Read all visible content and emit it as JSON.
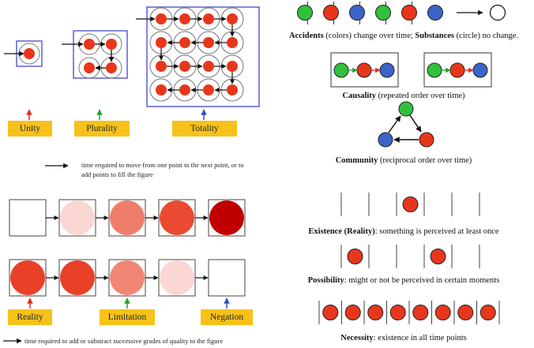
{
  "left": {
    "categories": {
      "unity": "Unity",
      "plurality": "Plurality",
      "totality": "Totality"
    },
    "time_note_1": "time required to move from one point to the next point, or to add points to fill the figure",
    "quality": {
      "reality": "Reality",
      "limitation": "Limitation",
      "negation": "Negation"
    },
    "time_note_2": "time required to add or substract successive grades of quality to the figure"
  },
  "right": {
    "accidents": {
      "bold1": "Accidents",
      "mid": " (colors) change over time; ",
      "bold2": "Substances",
      "rest": " (circle) no change."
    },
    "causality": {
      "bold": "Causality",
      "rest": " (repeated order over time)"
    },
    "community": {
      "bold": "Community",
      "rest": " (reciprocal order over time)"
    },
    "existence": {
      "bold": "Existence (Reality)",
      "rest": ": something is perceived at least once"
    },
    "possibility": {
      "bold": "Possibility",
      "rest": ": might or not be perceived in certain moments"
    },
    "necessity": {
      "bold": "Necessity",
      "rest": ": existence in all time points"
    }
  },
  "colors": {
    "red": "#e8361c",
    "green": "#32c13c",
    "blue": "#3a64c8",
    "frame": "#5b5fd6",
    "tag": "#f6c21a",
    "arrow_red": "#e03020",
    "arrow_green": "#2aa02a",
    "arrow_blue": "#3050c0"
  },
  "accident_sequence": [
    "green",
    "red",
    "blue",
    "green",
    "red",
    "blue"
  ],
  "quality_fill_levels": {
    "row1": [
      0.0,
      0.2,
      0.65,
      0.9,
      1.0
    ],
    "row2": [
      0.95,
      0.95,
      0.6,
      0.2,
      0.0
    ]
  },
  "existence_pattern": [
    0,
    0,
    1,
    0,
    0
  ],
  "possibility_pattern": [
    1,
    0,
    0,
    1,
    0
  ],
  "necessity_pattern": [
    1,
    1,
    1,
    1,
    1,
    1,
    1,
    1
  ]
}
